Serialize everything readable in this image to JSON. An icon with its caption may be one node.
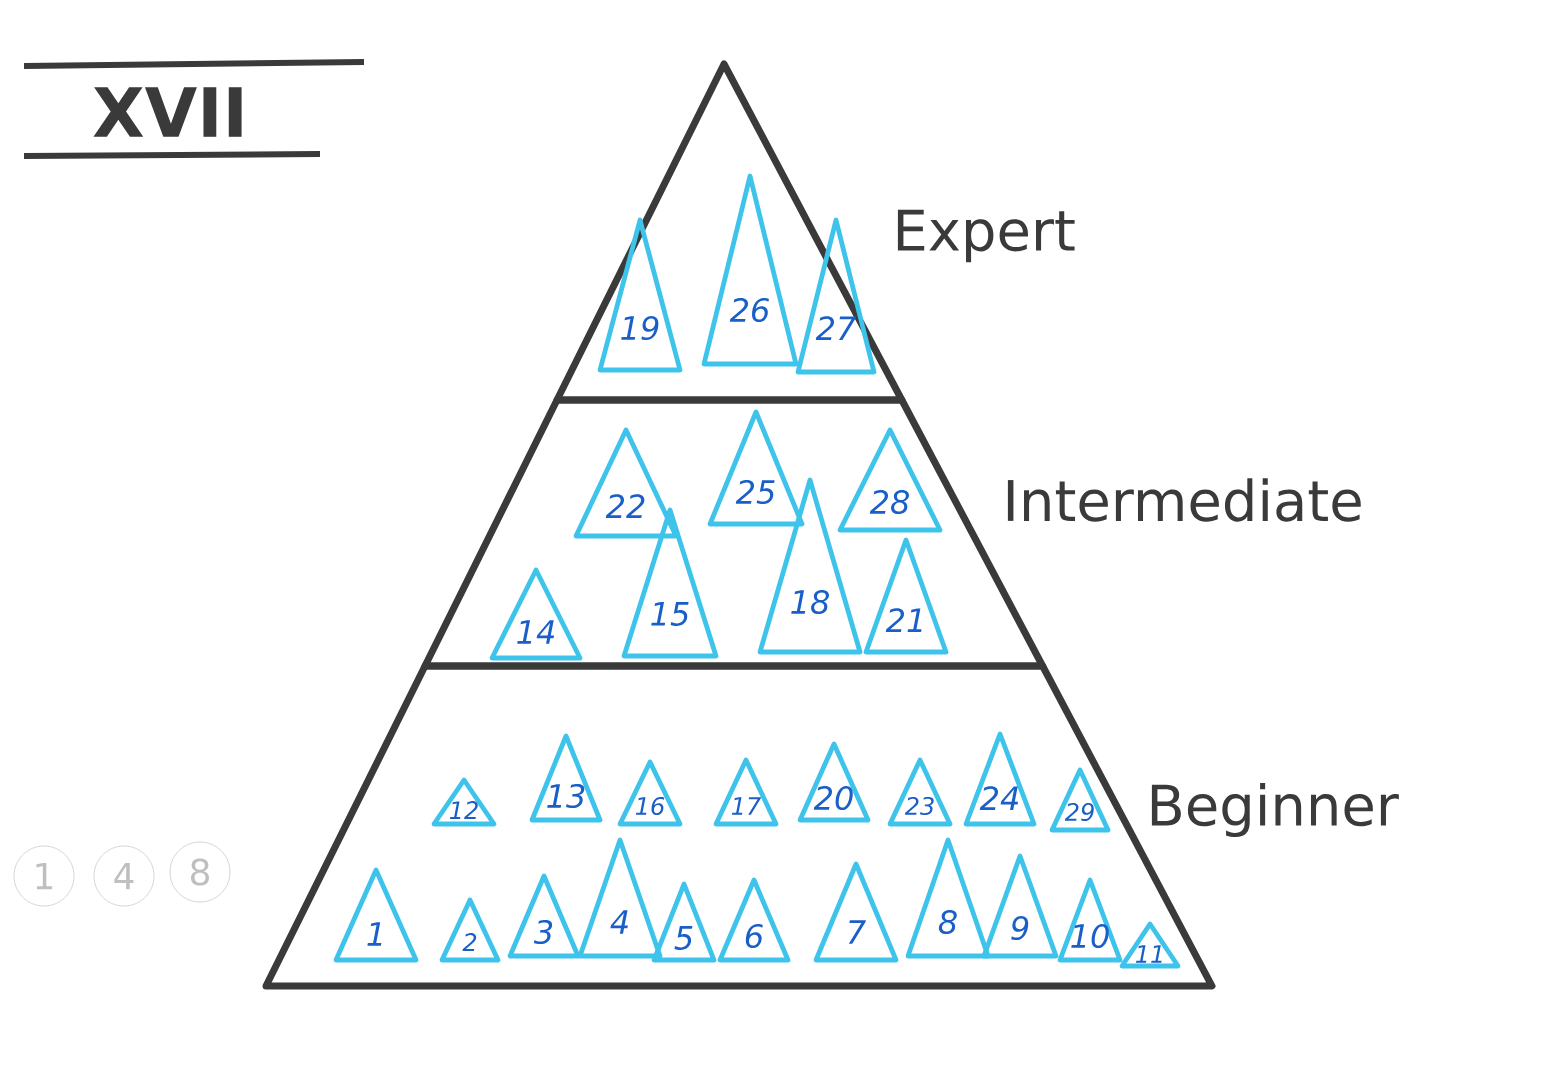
{
  "diagram": {
    "title": "XVII",
    "nodes": [
      {
        "text": [
          "Expert"
        ]
      },
      {
        "text": [
          "Intermediate"
        ]
      },
      {
        "text": [
          "Beginner"
        ]
      },
      {
        "text": [
          "19"
        ],
        "in": 0
      },
      {
        "text": [
          "26"
        ],
        "in": 0
      },
      {
        "text": [
          "27"
        ],
        "in": 0
      },
      {
        "text": [
          "22"
        ],
        "in": 1
      },
      {
        "text": [
          "25"
        ],
        "in": 1
      },
      {
        "text": [
          "28"
        ],
        "in": 1
      },
      {
        "text": [
          "14"
        ],
        "in": 1
      },
      {
        "text": [
          "15"
        ],
        "in": 1
      },
      {
        "text": [
          "18"
        ],
        "in": 1
      },
      {
        "text": [
          "21"
        ],
        "in": 1
      },
      {
        "text": [
          "12"
        ],
        "in": 2
      },
      {
        "text": [
          "13"
        ],
        "in": 2
      },
      {
        "text": [
          "16"
        ],
        "in": 2
      },
      {
        "text": [
          "17"
        ],
        "in": 2
      },
      {
        "text": [
          "20"
        ],
        "in": 2
      },
      {
        "text": [
          "23"
        ],
        "in": 2
      },
      {
        "text": [
          "24"
        ],
        "in": 2
      },
      {
        "text": [
          "29"
        ],
        "in": 2
      },
      {
        "text": [
          "1"
        ],
        "in": 2
      },
      {
        "text": [
          "2"
        ],
        "in": 2
      },
      {
        "text": [
          "3"
        ],
        "in": 2
      },
      {
        "text": [
          "4"
        ],
        "in": 2
      },
      {
        "text": [
          "5"
        ],
        "in": 2
      },
      {
        "text": [
          "6"
        ],
        "in": 2
      },
      {
        "text": [
          "7"
        ],
        "in": 2
      },
      {
        "text": [
          "8"
        ],
        "in": 2
      },
      {
        "text": [
          "9"
        ],
        "in": 2
      },
      {
        "text": [
          "10"
        ],
        "in": 2
      },
      {
        "text": [
          "11"
        ],
        "in": 2
      }
    ],
    "labels": [
      "1",
      "4",
      "8"
    ]
  }
}
